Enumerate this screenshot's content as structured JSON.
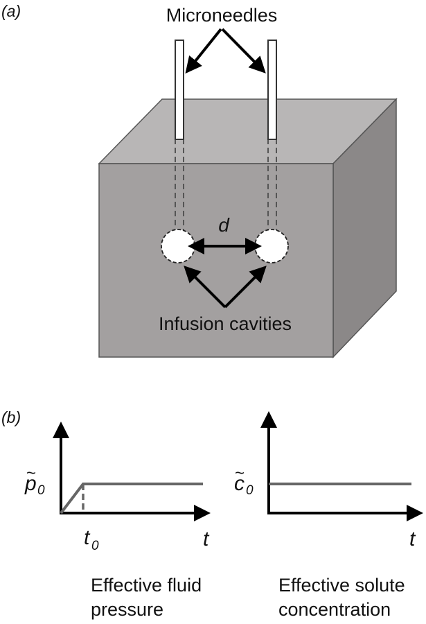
{
  "panel_a": {
    "tag": "(a)",
    "microneedles_label": "Microneedles",
    "distance_label": "d",
    "cavities_label": "Infusion cavities"
  },
  "panel_b": {
    "tag": "(b)",
    "pressure_plot": {
      "y_symbol": "p",
      "y_tilde": "~",
      "y_subscript": "0",
      "t0_symbol": "t",
      "t0_subscript": "0",
      "x_symbol": "t",
      "caption_line1": "Effective fluid",
      "caption_line2": "pressure"
    },
    "concentration_plot": {
      "y_symbol": "c",
      "y_tilde": "~",
      "y_subscript": "0",
      "x_symbol": "t",
      "caption_line1": "Effective solute",
      "caption_line2": "concentration"
    }
  },
  "colors": {
    "cube_front": "#a3a0a0",
    "cube_top": "#b8b6b6",
    "cube_side": "#8b8888",
    "edge": "#555555",
    "arrow": "#000000",
    "curve": "#666666"
  }
}
